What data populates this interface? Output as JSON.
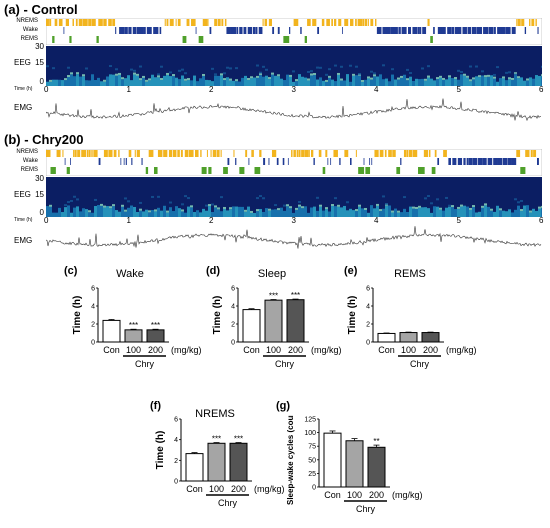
{
  "colors": {
    "nrems": "#f2b41e",
    "wake": "#1f3a93",
    "rems": "#4fa02a",
    "bar_dark": "#555555",
    "bar_mid": "#a5a5a5"
  },
  "panel_a": {
    "title": "(a) - Control",
    "rows": [
      "NREMS",
      "Wake",
      "REMS"
    ],
    "eeg_label": "EEG",
    "eeg_ticks": [
      "30",
      "15",
      "0"
    ],
    "time_unit": "Time (h)",
    "hours": [
      "0",
      "1",
      "2",
      "3",
      "4",
      "5",
      "6"
    ],
    "emg_label": "EMG"
  },
  "panel_b": {
    "title": "(b) - Chry200",
    "rows": [
      "NREMS",
      "Wake",
      "REMS"
    ],
    "eeg_label": "EEG",
    "eeg_ticks": [
      "30",
      "15",
      "0"
    ],
    "time_unit": "Time (h)",
    "hours": [
      "0",
      "1",
      "2",
      "3",
      "4",
      "5",
      "6"
    ],
    "emg_label": "EMG"
  },
  "chart_data": [
    {
      "id": "c",
      "panel_label": "(c)",
      "type": "bar",
      "title": "Wake",
      "ylabel": "Time (h)",
      "categories": [
        "Con",
        "100",
        "200"
      ],
      "values": [
        2.4,
        1.35,
        1.35
      ],
      "errors": [
        0.1,
        0.07,
        0.07
      ],
      "significance": [
        "",
        "***",
        "***"
      ],
      "ylim": [
        0,
        6
      ],
      "yticks": [
        "0",
        "2",
        "4",
        "6"
      ],
      "unit": "(mg/kg)",
      "group_label": "Chry"
    },
    {
      "id": "d",
      "panel_label": "(d)",
      "type": "bar",
      "title": "Sleep",
      "ylabel": "Time (h)",
      "categories": [
        "Con",
        "100",
        "200"
      ],
      "values": [
        3.6,
        4.65,
        4.7
      ],
      "errors": [
        0.1,
        0.07,
        0.07
      ],
      "significance": [
        "",
        "***",
        "***"
      ],
      "ylim": [
        0,
        6
      ],
      "yticks": [
        "0",
        "2",
        "4",
        "6"
      ],
      "unit": "(mg/kg)",
      "group_label": "Chry"
    },
    {
      "id": "e",
      "panel_label": "(e)",
      "type": "bar",
      "title": "REMS",
      "ylabel": "Time (h)",
      "categories": [
        "Con",
        "100",
        "200"
      ],
      "values": [
        0.95,
        1.05,
        1.05
      ],
      "errors": [
        0.05,
        0.05,
        0.05
      ],
      "significance": [
        "",
        "",
        ""
      ],
      "ylim": [
        0,
        6
      ],
      "yticks": [
        "0",
        "2",
        "4",
        "6"
      ],
      "unit": "(mg/kg)",
      "group_label": "Chry"
    },
    {
      "id": "f",
      "panel_label": "(f)",
      "type": "bar",
      "title": "NREMS",
      "ylabel": "Time (h)",
      "categories": [
        "Con",
        "100",
        "200"
      ],
      "values": [
        2.65,
        3.65,
        3.65
      ],
      "errors": [
        0.1,
        0.07,
        0.07
      ],
      "significance": [
        "",
        "***",
        "***"
      ],
      "ylim": [
        0,
        6
      ],
      "yticks": [
        "0",
        "2",
        "4",
        "6"
      ],
      "unit": "(mg/kg)",
      "group_label": "Chry"
    },
    {
      "id": "g",
      "panel_label": "(g)",
      "type": "bar",
      "title": "",
      "ylabel": "Sleep-wake cycles (counts)",
      "categories": [
        "Con",
        "100",
        "200"
      ],
      "values": [
        99,
        85,
        73
      ],
      "errors": [
        4,
        4,
        4
      ],
      "significance": [
        "",
        "",
        "**"
      ],
      "ylim": [
        0,
        125
      ],
      "yticks": [
        "0",
        "25",
        "50",
        "75",
        "100",
        "125"
      ],
      "unit": "(mg/kg)",
      "group_label": "Chry"
    }
  ]
}
